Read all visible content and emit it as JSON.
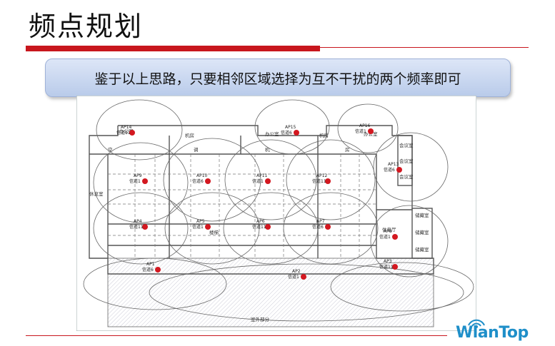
{
  "header": {
    "title": "频点规划"
  },
  "banner": {
    "text": "鉴于以上思路，只要相邻区域选择为互不干扰的两个频率即可"
  },
  "floorplan": {
    "rooms": {
      "office_left": "办公室",
      "machine_left": "机房",
      "office_mid": "办公室",
      "machine_right": "机房",
      "office_right": "办公室",
      "hall_chars": [
        "空",
        "调",
        "机",
        "房"
      ],
      "meeting1": "会议室",
      "meeting2": "会议室",
      "meeting3": "会议室",
      "lounge_left": "休息室",
      "lounge_right": "休息厅",
      "store1": "储藏室",
      "store2": "储藏室",
      "store3": "储藏室",
      "outdoor": "室外部分",
      "stair": "楼梯"
    },
    "aps": [
      {
        "name": "AP14",
        "channel": "信道11"
      },
      {
        "name": "AP15",
        "channel": "信道6"
      },
      {
        "name": "AP16",
        "channel": "信道1"
      },
      {
        "name": "AP9",
        "channel": "信道1"
      },
      {
        "name": "AP10",
        "channel": "信道6"
      },
      {
        "name": "AP11",
        "channel": "信道1"
      },
      {
        "name": "AP12",
        "channel": "信道11"
      },
      {
        "name": "AP13",
        "channel": "信道6"
      },
      {
        "name": "AP4",
        "channel": "信道11"
      },
      {
        "name": "AP5",
        "channel": "信道1"
      },
      {
        "name": "AP6",
        "channel": "信道11"
      },
      {
        "name": "AP7",
        "channel": "信道6"
      },
      {
        "name": "AP8",
        "channel": "信道1"
      },
      {
        "name": "AP1",
        "channel": "信道6"
      },
      {
        "name": "AP2",
        "channel": "信道1"
      },
      {
        "name": "AP3",
        "channel": "信道11"
      }
    ]
  },
  "logo": {
    "text_a": "Wlan",
    "text_b": "Top"
  }
}
